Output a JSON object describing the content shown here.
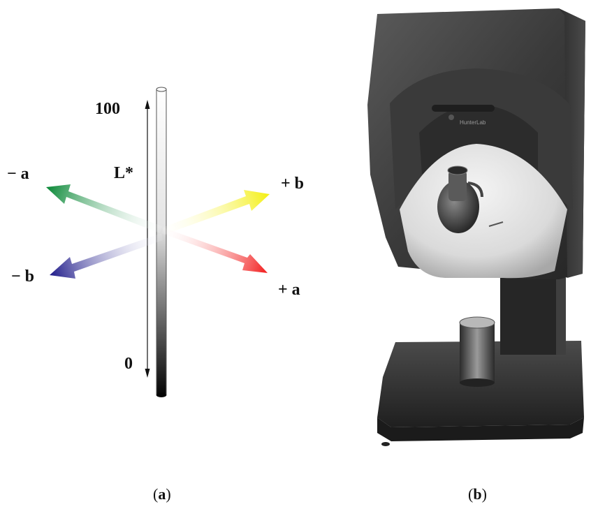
{
  "figure": {
    "panel_a": {
      "lightness_top_label": "100",
      "lightness_bottom_label": "0",
      "lightness_axis_label": "L*",
      "axes": {
        "minus_a": "− a",
        "plus_a": "+ a",
        "minus_b": "− b",
        "plus_b": "+ b"
      },
      "colors": {
        "minus_a": "#1a8a3a",
        "plus_a": "#ee2b2b",
        "minus_b": "#2a2590",
        "plus_b": "#f2ee1c"
      }
    },
    "panel_b": {
      "device_brand_text": "HunterLab"
    },
    "captions": {
      "a_open": "(",
      "a_letter": "a",
      "a_close": ")",
      "b_open": "(",
      "b_letter": "b",
      "b_close": ")"
    }
  }
}
